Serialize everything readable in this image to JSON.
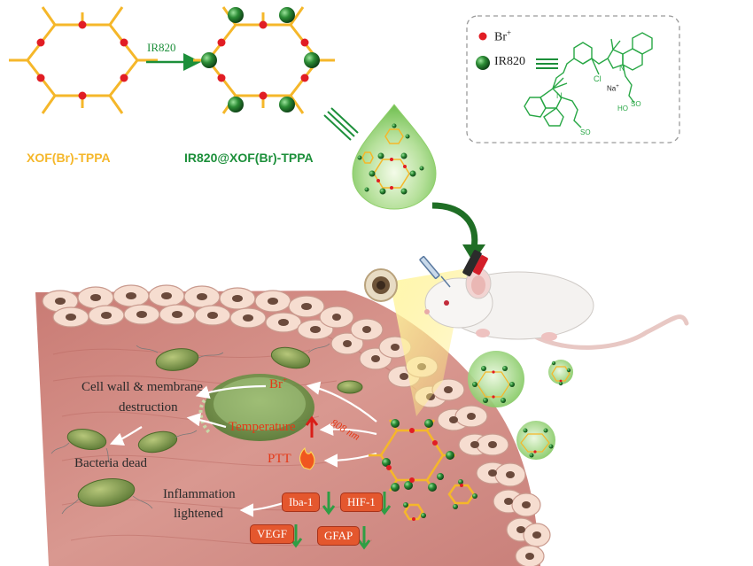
{
  "colors": {
    "framework": "#f5b72a",
    "bromine": "#e11d24",
    "ir820": "#1f7a2e",
    "xof_label": "#f5b72a",
    "ir_label": "#1c8f3a",
    "molecule": "#28a745",
    "highlight_text": "#e53817",
    "tag_bg": "#e4572e",
    "arrow_green": "#1c8f3a",
    "tissue": "#d9928c"
  },
  "icons": [
    "hexagonal-framework-icon",
    "green-droplet-icon",
    "mouse-icon",
    "laser-icon",
    "syringe-icon",
    "bacteria-icon",
    "flame-icon",
    "up-arrow-icon",
    "down-arrow-icon"
  ],
  "top": {
    "xof_label": "XOF(Br)-TPPA",
    "reaction_label": "IR820",
    "ir_label": "IR820@XOF(Br)-TPPA"
  },
  "legend": {
    "br_label": "Br",
    "br_sup": "+",
    "ir_label": "IR820",
    "na_label": "Na",
    "na_sup": "+",
    "cl_label": "Cl",
    "so3_label": "SO",
    "oh_label": "HO",
    "n1_label": "N",
    "n2_label": "N"
  },
  "effects": {
    "br_label": "Br",
    "br_sup": "+",
    "temperature_label": "Temperature",
    "ptt_label": "PTT",
    "laser_label": "808 nm",
    "cell_wall_line1": "Cell wall & membrane",
    "cell_wall_line2": "destruction",
    "bacteria_dead": "Bacteria dead",
    "inflammation_line1": "Inflammation",
    "inflammation_line2": "lightened",
    "markers": [
      "Iba-1",
      "HIF-1",
      "VEGF",
      "GFAP"
    ]
  }
}
